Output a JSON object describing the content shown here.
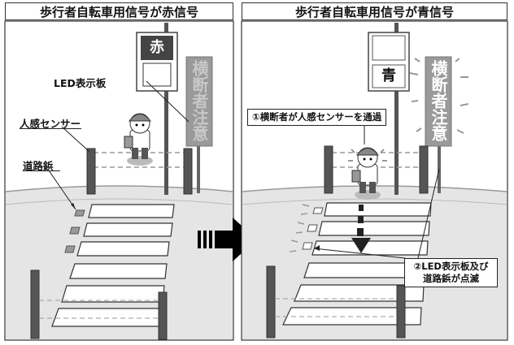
{
  "left_panel": {
    "title": "歩行者自転車用信号が赤信号",
    "signal_text": "赤",
    "sign_text": "横断者注意",
    "labels": {
      "led_board": "LED表示板",
      "sensor": "人感センサー",
      "road_stud": "道路鋲"
    }
  },
  "right_panel": {
    "title": "歩行者自転車用信号が青信号",
    "signal_text": "青",
    "sign_text": "横断者注意",
    "callout_1": "①横断者が人感センサーを通過",
    "callout_2_line1": "②LED表示板及び",
    "callout_2_line2": "道路鋲が点滅"
  },
  "colors": {
    "road": "#e6e6e6",
    "border": "#333333",
    "sign": "#8c8c8c",
    "signal_red_box": "#505050",
    "arrow": "#000000"
  }
}
